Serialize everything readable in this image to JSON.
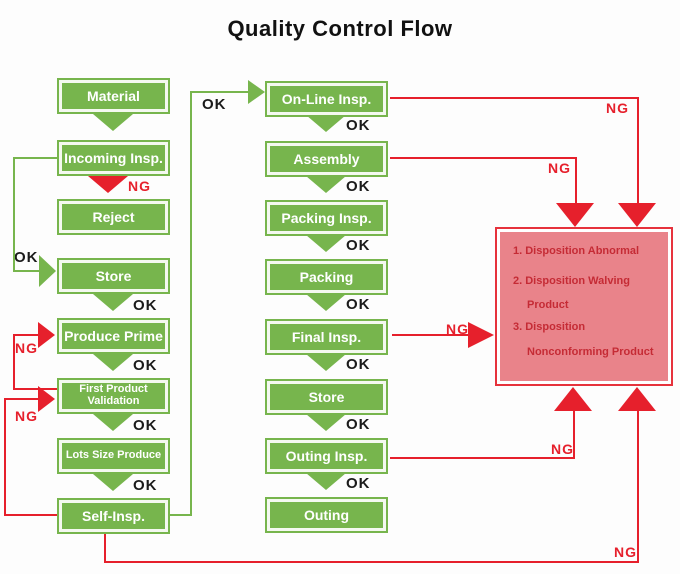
{
  "title": "Quality Control Flow",
  "labels": {
    "ok": "OK",
    "ng": "NG"
  },
  "colors": {
    "box_green": "#77b54d",
    "arrow_red": "#e6202c",
    "pink_fill": "#e9838a",
    "pink_text": "#c52b35",
    "label_black": "#1b1b1b"
  },
  "left_column": {
    "boxes": [
      {
        "label": "Material"
      },
      {
        "label": "Incoming Insp."
      },
      {
        "label": "Reject"
      },
      {
        "label": "Store"
      },
      {
        "label": "Produce Prime"
      },
      {
        "label": "First Product Validation"
      },
      {
        "label": "Lots Size Produce"
      },
      {
        "label": "Self-Insp."
      }
    ]
  },
  "middle_column": {
    "boxes": [
      {
        "label": "On-Line Insp."
      },
      {
        "label": "Assembly"
      },
      {
        "label": "Packing Insp."
      },
      {
        "label": "Packing"
      },
      {
        "label": "Final Insp."
      },
      {
        "label": "Store"
      },
      {
        "label": "Outing Insp."
      },
      {
        "label": "Outing"
      }
    ]
  },
  "disposition_box": {
    "lines": [
      {
        "text": "1. Disposition Abnormal"
      },
      {
        "text": "2. Disposition Walving"
      },
      {
        "text": "Product"
      },
      {
        "text": "3. Disposition"
      },
      {
        "text": "Nonconforming Product"
      }
    ]
  }
}
